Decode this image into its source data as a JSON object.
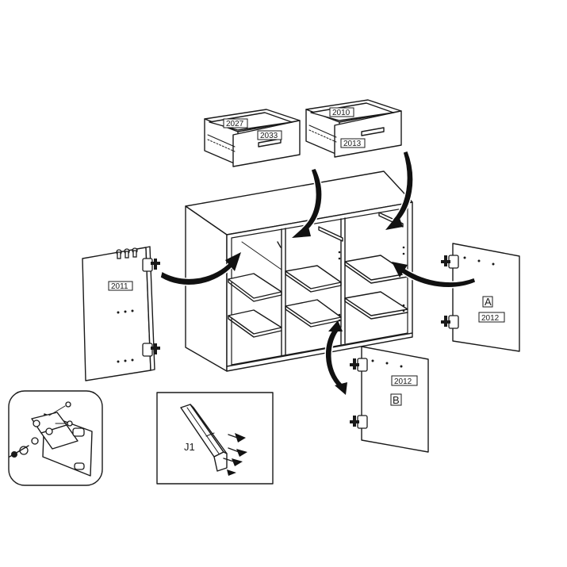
{
  "labels": {
    "drawer_left_side": "2027",
    "drawer_left_front": "2033",
    "drawer_right_side": "2010",
    "drawer_right_front": "2013",
    "door_left": "2011",
    "door_right": "2012",
    "door_right_letter": "A",
    "door_bottom": "2012",
    "door_bottom_letter": "B",
    "inset_tool": "J1"
  }
}
